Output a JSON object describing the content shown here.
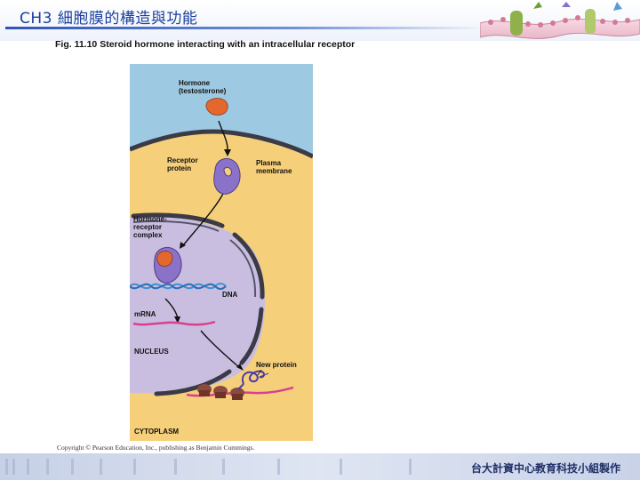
{
  "slide": {
    "title": "CH3 細胞膜的構造與功能",
    "caption": "Fig. 11.10  Steroid hormone interacting with an intracellular receptor",
    "copyright": "Copyright © Pearson Education, Inc., publishing as Benjamin Cummings.",
    "footer": "台大計資中心教育科技小組製作"
  },
  "figure": {
    "labels": {
      "hormone_line1": "Hormone",
      "hormone_line2": "(testosterone)",
      "receptor_line1": "Receptor",
      "receptor_line2": "protein",
      "plasma_line1": "Plasma",
      "plasma_line2": "membrane",
      "complex_line1": "Hormone-",
      "complex_line2": "receptor",
      "complex_line3": "complex",
      "dna": "DNA",
      "mrna": "mRNA",
      "nucleus": "NUCLEUS",
      "new_protein": "New protein",
      "cytoplasm": "CYTOPLASM"
    },
    "colors": {
      "extracellular": "#9ec9e2",
      "cytoplasm": "#f5cf7a",
      "nucleus": "#c9bee0",
      "envelope": "#3b3b47",
      "hormone": "#e4682e",
      "receptor": "#8a72c9",
      "dna": "#3f8fd6",
      "mrna": "#d8408f",
      "ribosome": "#8b4a3c",
      "protein": "#4a3aa8"
    }
  }
}
